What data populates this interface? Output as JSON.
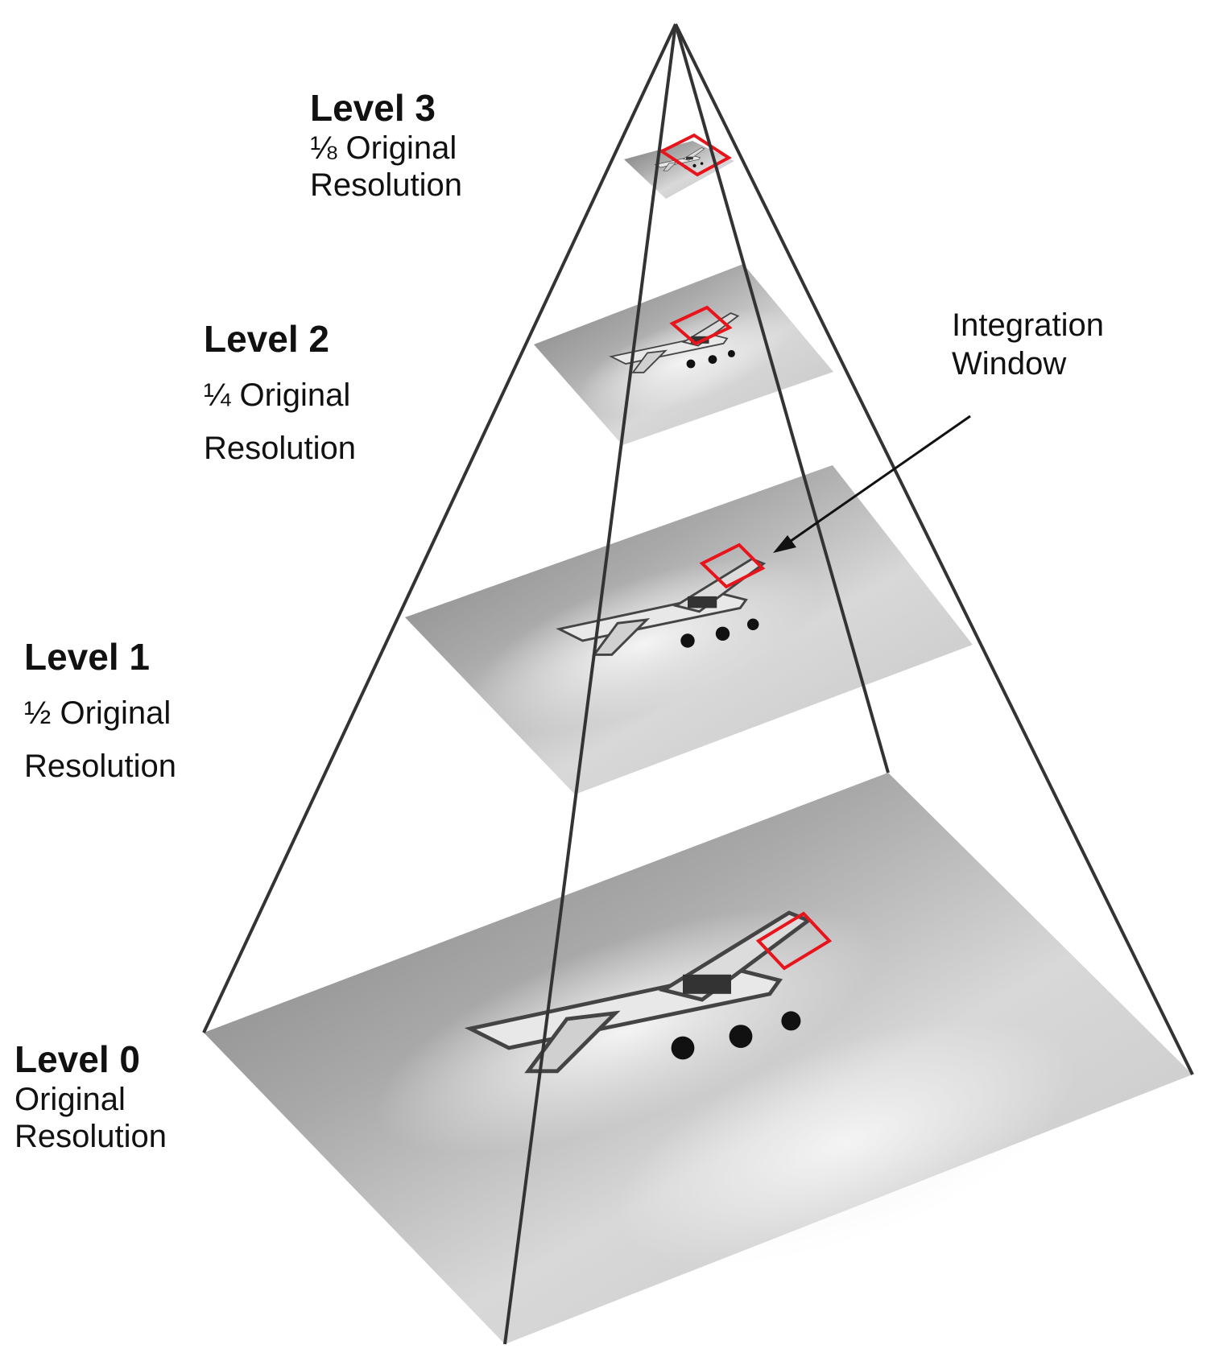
{
  "levels": [
    {
      "title": "Level 0",
      "line1": "Original",
      "line2": "Resolution"
    },
    {
      "title": "Level 1",
      "line1": "½ Original",
      "line2": "Resolution"
    },
    {
      "title": "Level 2",
      "line1": "¼ Original",
      "line2": "Resolution"
    },
    {
      "title": "Level 3",
      "line1": "⅛ Original",
      "line2": "Resolution"
    }
  ],
  "annotation": {
    "line1": "Integration",
    "line2": "Window"
  },
  "colors": {
    "window": "#e8141c",
    "edge": "#333333"
  }
}
